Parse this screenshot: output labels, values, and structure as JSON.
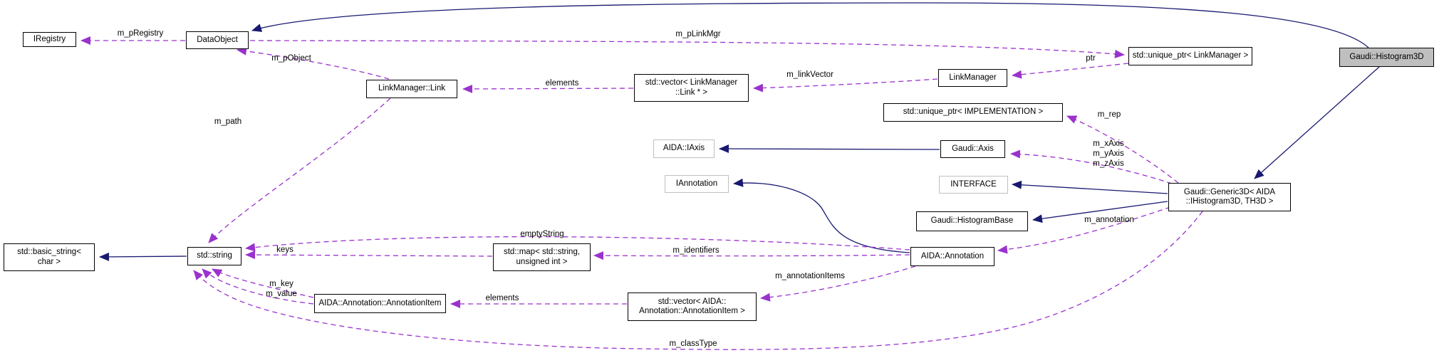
{
  "diagram": {
    "type": "doxygen-collaboration-graph",
    "subject": "Gaudi::Histogram3D",
    "colors": {
      "inheritance_edge": "#191970",
      "usage_edge": "#9a32cd",
      "node_border": "#000000",
      "external_node_border": "#c0c0c0",
      "selected_node_fill": "#bfbfbf",
      "background": "#ffffff"
    },
    "nodes": [
      {
        "id": "iregistry",
        "label": "IRegistry"
      },
      {
        "id": "dataobject",
        "label": "DataObject"
      },
      {
        "id": "linkmanager-link",
        "label": "LinkManager::Link"
      },
      {
        "id": "vector-link",
        "label": "std::vector< LinkManager\n::Link * >"
      },
      {
        "id": "linkmanager",
        "label": "LinkManager"
      },
      {
        "id": "uniqueptr-linkmanager",
        "label": "std::unique_ptr< LinkManager >"
      },
      {
        "id": "histogram3d",
        "label": "Gaudi::Histogram3D"
      },
      {
        "id": "uniqueptr-impl",
        "label": "std::unique_ptr< IMPLEMENTATION >"
      },
      {
        "id": "aida-iaxis",
        "label": "AIDA::IAxis"
      },
      {
        "id": "gaudi-axis",
        "label": "Gaudi::Axis"
      },
      {
        "id": "iannotation",
        "label": "IAnnotation"
      },
      {
        "id": "interface",
        "label": "INTERFACE"
      },
      {
        "id": "histogrambase",
        "label": "Gaudi::HistogramBase"
      },
      {
        "id": "generic3d",
        "label": "Gaudi::Generic3D< AIDA\n::IHistogram3D, TH3D >"
      },
      {
        "id": "basic-string",
        "label": "std::basic_string<\nchar >"
      },
      {
        "id": "std-string",
        "label": "std::string"
      },
      {
        "id": "std-map",
        "label": "std::map< std::string,\nunsigned int >"
      },
      {
        "id": "aida-annotation",
        "label": "AIDA::Annotation"
      },
      {
        "id": "annotationitem",
        "label": "AIDA::Annotation::AnnotationItem"
      },
      {
        "id": "vector-annotationitem",
        "label": "std::vector< AIDA::\nAnnotation::AnnotationItem >"
      }
    ],
    "edge_labels": [
      {
        "id": "m_pRegistry",
        "text": "m_pRegistry"
      },
      {
        "id": "m_pLinkMgr",
        "text": "m_pLinkMgr"
      },
      {
        "id": "m_pObject",
        "text": "m_pObject"
      },
      {
        "id": "elements_top",
        "text": "elements"
      },
      {
        "id": "m_linkVector",
        "text": "m_linkVector"
      },
      {
        "id": "ptr",
        "text": "ptr"
      },
      {
        "id": "m_rep",
        "text": "m_rep"
      },
      {
        "id": "m_axes",
        "text": "m_xAxis\nm_yAxis\nm_zAxis"
      },
      {
        "id": "m_annotation",
        "text": "m_annotation"
      },
      {
        "id": "emptyString",
        "text": "emptyString"
      },
      {
        "id": "keys",
        "text": "keys"
      },
      {
        "id": "m_identifiers",
        "text": "m_identifiers"
      },
      {
        "id": "m_key_m_value",
        "text": "m_key\nm_value"
      },
      {
        "id": "m_annotationItems",
        "text": "m_annotationItems"
      },
      {
        "id": "m_classType",
        "text": "m_classType"
      },
      {
        "id": "m_path",
        "text": "m_path"
      },
      {
        "id": "elements_bottom",
        "text": "elements"
      }
    ],
    "edges": [
      {
        "from": "Gaudi::Histogram3D",
        "to": "DataObject",
        "kind": "inheritance"
      },
      {
        "from": "Gaudi::Histogram3D",
        "to": "Gaudi::Generic3D",
        "kind": "inheritance"
      },
      {
        "from": "Gaudi::Axis",
        "to": "AIDA::IAxis",
        "kind": "inheritance"
      },
      {
        "from": "Gaudi::Generic3D",
        "to": "INTERFACE",
        "kind": "inheritance"
      },
      {
        "from": "Gaudi::Generic3D",
        "to": "Gaudi::HistogramBase",
        "kind": "inheritance"
      },
      {
        "from": "AIDA::Annotation",
        "to": "IAnnotation",
        "kind": "inheritance"
      },
      {
        "from": "std::string",
        "to": "std::basic_string< char >",
        "kind": "inheritance"
      },
      {
        "from": "DataObject",
        "to": "IRegistry",
        "kind": "usage",
        "label": "m_pRegistry"
      },
      {
        "from": "DataObject",
        "to": "std::unique_ptr< LinkManager >",
        "kind": "usage",
        "label": "m_pLinkMgr"
      },
      {
        "from": "std::unique_ptr< LinkManager >",
        "to": "LinkManager",
        "kind": "usage",
        "label": "ptr"
      },
      {
        "from": "LinkManager",
        "to": "std::vector< LinkManager::Link * >",
        "kind": "usage",
        "label": "m_linkVector"
      },
      {
        "from": "std::vector< LinkManager::Link * >",
        "to": "LinkManager::Link",
        "kind": "usage",
        "label": "elements"
      },
      {
        "from": "LinkManager::Link",
        "to": "DataObject",
        "kind": "usage",
        "label": "m_pObject"
      },
      {
        "from": "LinkManager::Link",
        "to": "std::string",
        "kind": "usage",
        "label": "m_path"
      },
      {
        "from": "Gaudi::Generic3D",
        "to": "std::unique_ptr< IMPLEMENTATION >",
        "kind": "usage",
        "label": "m_rep"
      },
      {
        "from": "Gaudi::Generic3D",
        "to": "Gaudi::Axis",
        "kind": "usage",
        "label": "m_xAxis m_yAxis m_zAxis"
      },
      {
        "from": "Gaudi::Generic3D",
        "to": "AIDA::Annotation",
        "kind": "usage",
        "label": "m_annotation"
      },
      {
        "from": "Gaudi::Generic3D",
        "to": "std::string",
        "kind": "usage",
        "label": "m_classType"
      },
      {
        "from": "AIDA::Annotation",
        "to": "std::map< std::string, unsigned int >",
        "kind": "usage",
        "label": "m_identifiers"
      },
      {
        "from": "AIDA::Annotation",
        "to": "std::string",
        "kind": "usage",
        "label": "emptyString"
      },
      {
        "from": "AIDA::Annotation",
        "to": "std::vector< AIDA::Annotation::AnnotationItem >",
        "kind": "usage",
        "label": "m_annotationItems"
      },
      {
        "from": "std::map< std::string, unsigned int >",
        "to": "std::string",
        "kind": "usage",
        "label": "keys"
      },
      {
        "from": "std::vector< AIDA::Annotation::AnnotationItem >",
        "to": "AIDA::Annotation::AnnotationItem",
        "kind": "usage",
        "label": "elements"
      },
      {
        "from": "AIDA::Annotation::AnnotationItem",
        "to": "std::string",
        "kind": "usage",
        "label": "m_key"
      },
      {
        "from": "AIDA::Annotation::AnnotationItem",
        "to": "std::string",
        "kind": "usage",
        "label": "m_value"
      }
    ]
  }
}
